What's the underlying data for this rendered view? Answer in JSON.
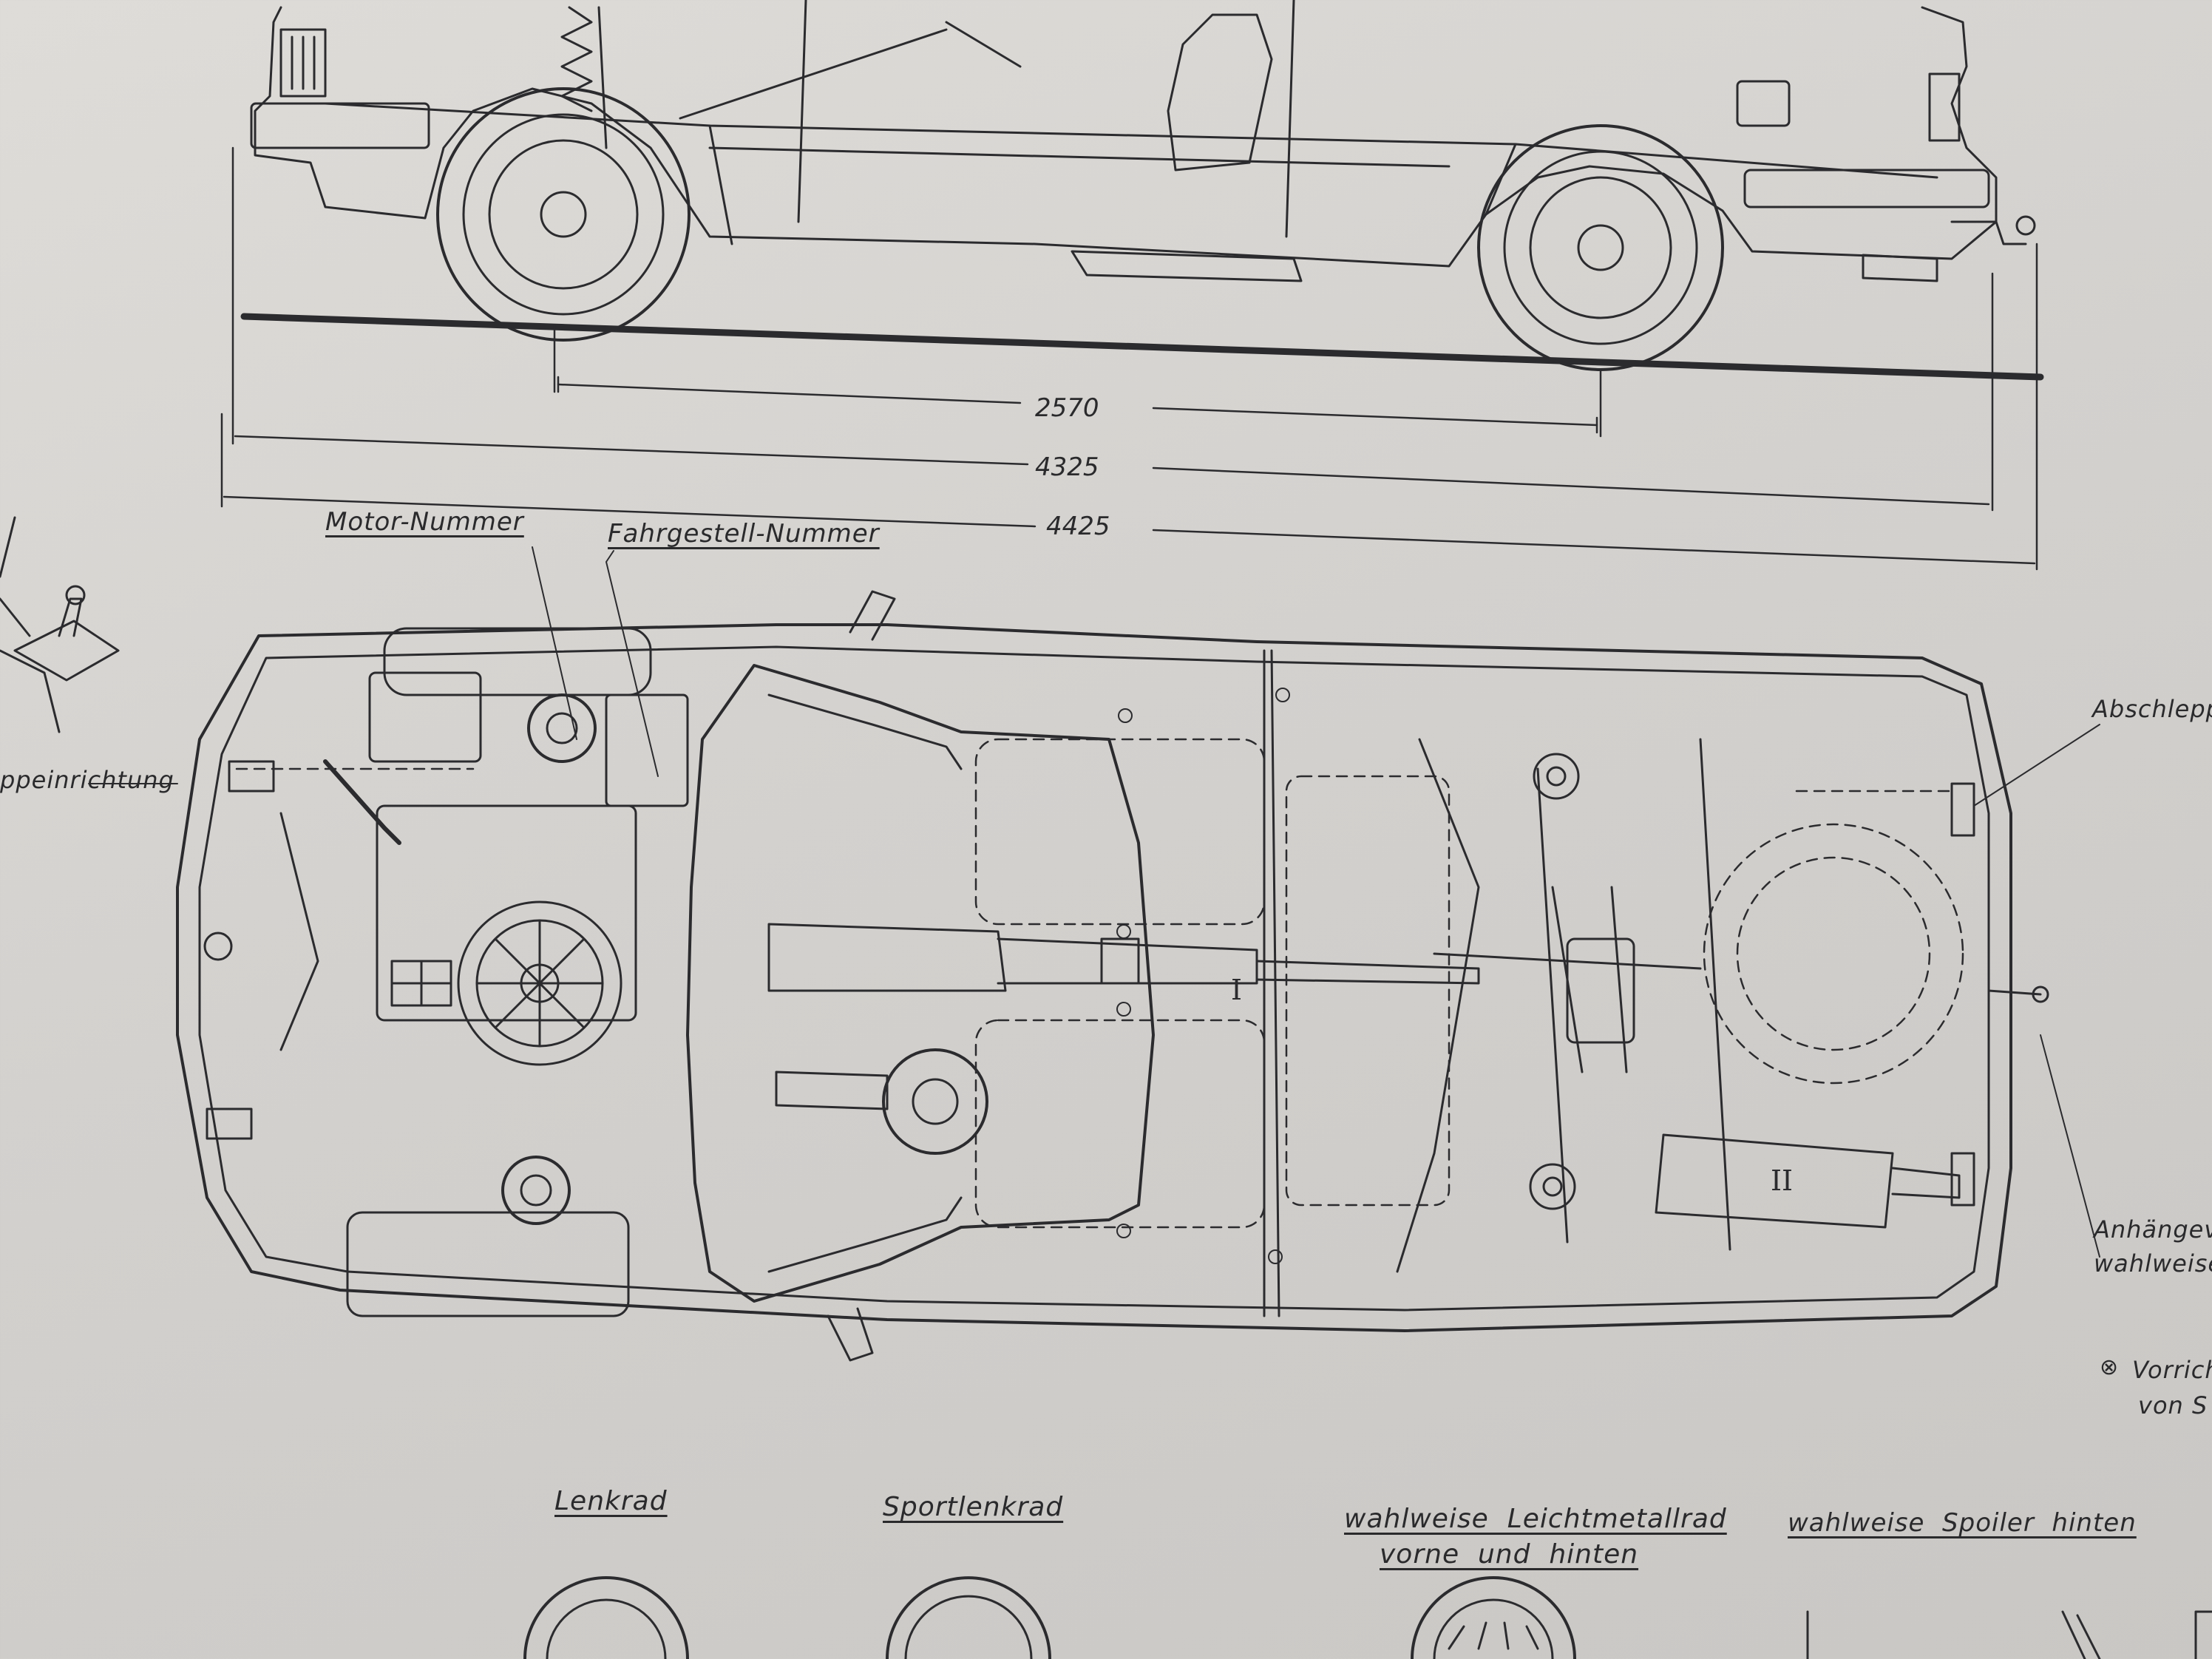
{
  "dimensions": {
    "wheelbase": "2570",
    "length_body": "4325",
    "length_overall": "4425"
  },
  "labels": {
    "motor_number": "Motor-Nummer",
    "chassis_number": "Fahrgestell-Nummer",
    "left_partial": "ppeinrichtung",
    "right_top_partial": "Abschleppe",
    "right_mid_partial_1": "Anhängev",
    "right_mid_partial_2": "wahlweise",
    "note_symbol": "⊗",
    "note_line_1": "Vorrich",
    "note_line_2": "von S"
  },
  "options": {
    "steering_wheel": "Lenkrad",
    "sport_steering_wheel": "Sportlenkrad",
    "alloy_wheel_line_1": "wahlweise  Leichtmetallrad",
    "alloy_wheel_line_2": "vorne  und  hinten",
    "rear_spoiler": "wahlweise  Spoiler  hinten"
  },
  "marks": {
    "muffler_numeral": "II",
    "tunnel_numeral": "I"
  }
}
